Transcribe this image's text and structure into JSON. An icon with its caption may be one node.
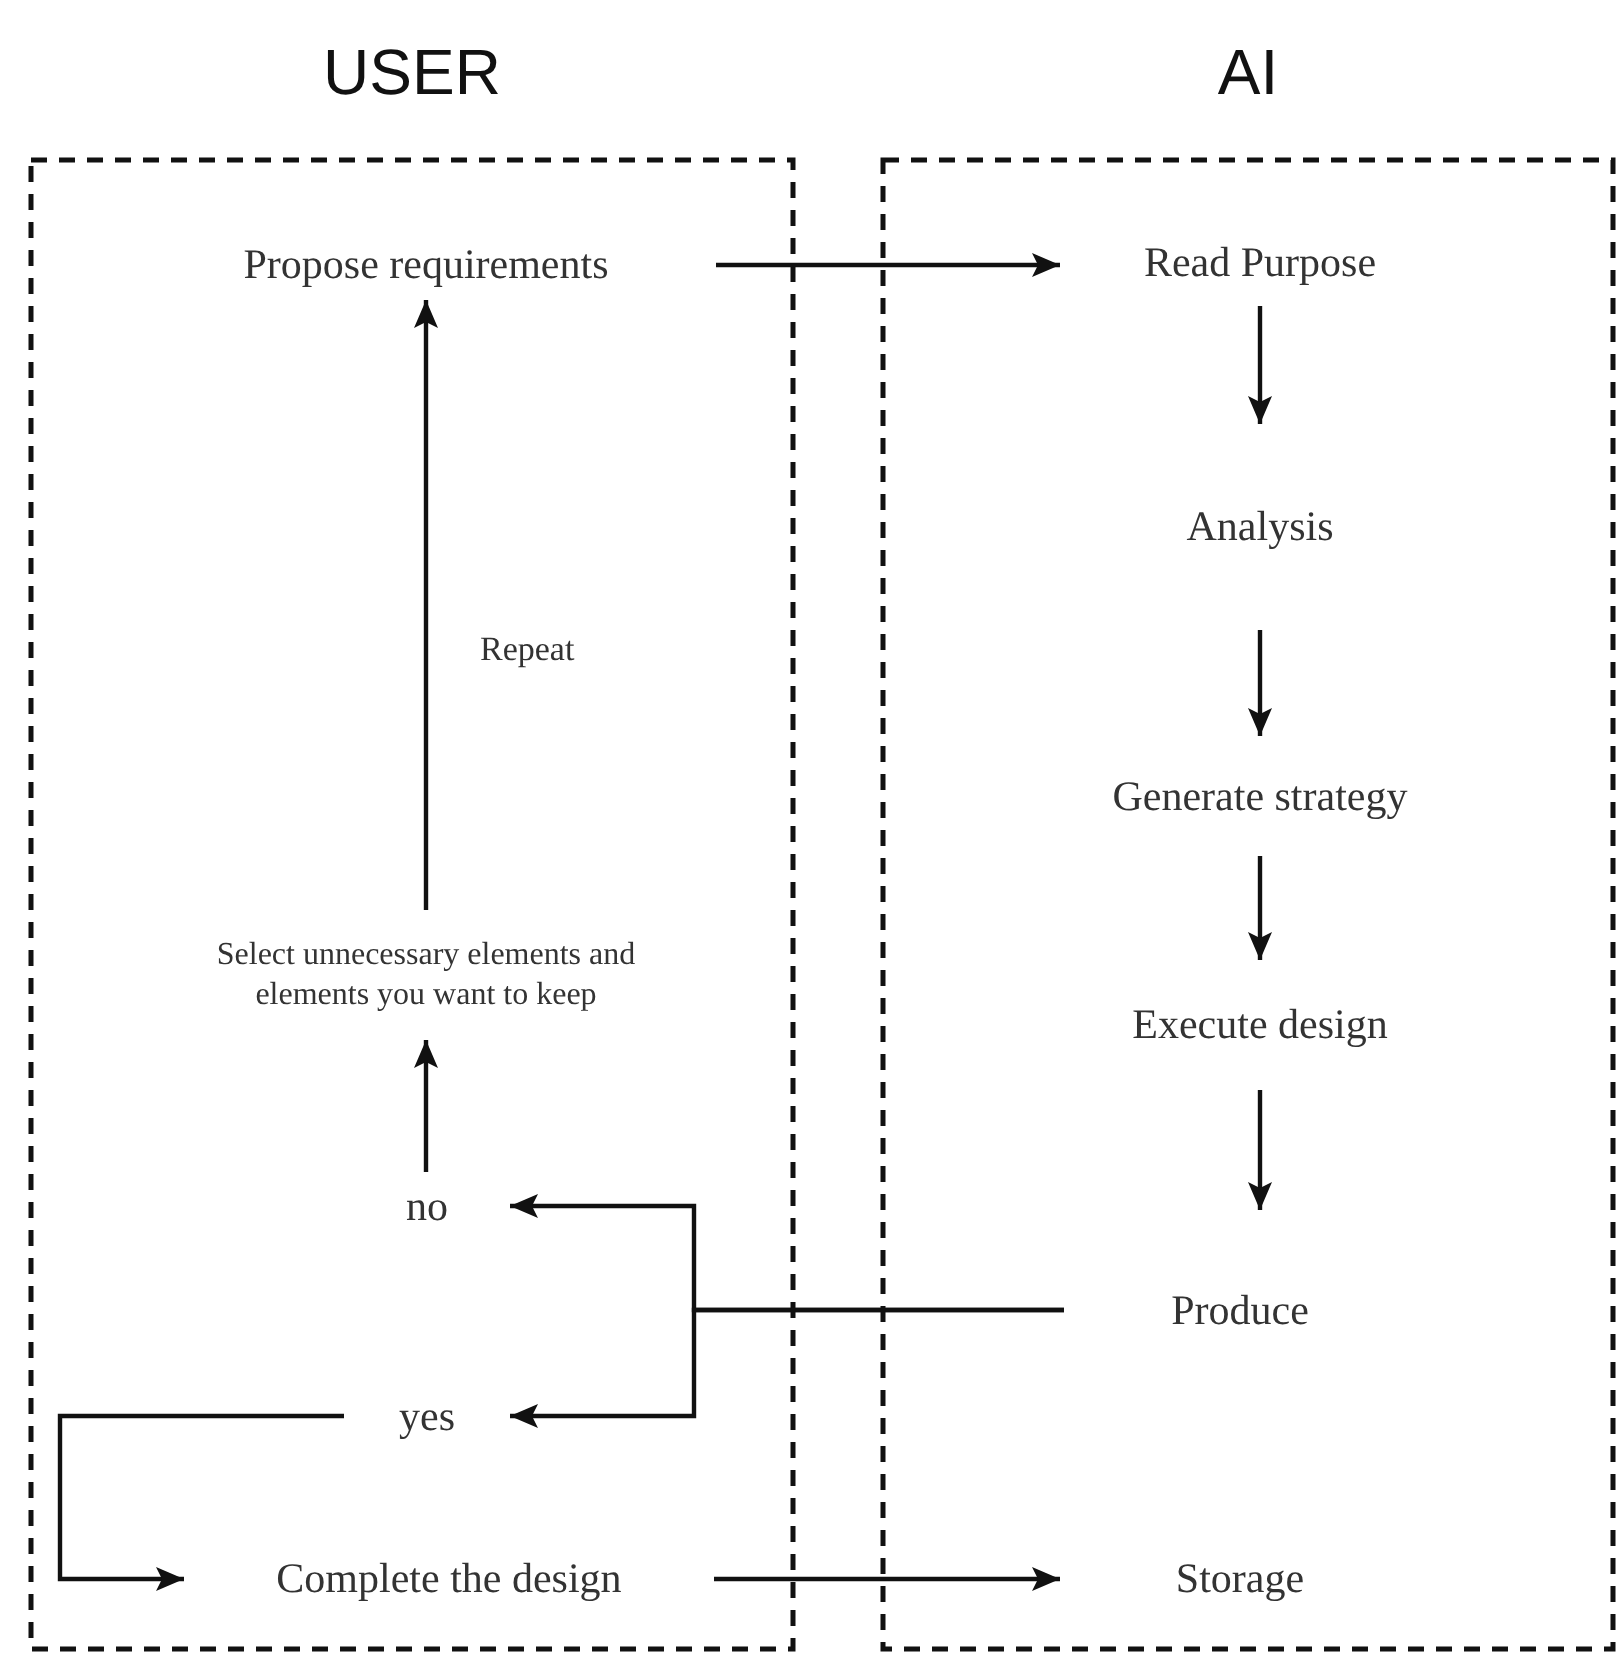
{
  "diagram": {
    "nodes": [
      {
        "text": [
          "USER"
        ]
      },
      {
        "text": [
          "AI"
        ]
      },
      {
        "text": [
          "Propose requirements"
        ],
        "in": 0
      },
      {
        "text": [
          "Select unnecessary elements and elements you want to keep"
        ],
        "in": 0
      },
      {
        "text": [
          "no"
        ],
        "in": 0
      },
      {
        "text": [
          "yes"
        ],
        "in": 0
      },
      {
        "text": [
          "Complete the design"
        ],
        "in": 0
      },
      {
        "text": [
          "Read Purpose"
        ],
        "in": 1
      },
      {
        "text": [
          "Analysis"
        ],
        "in": 1
      },
      {
        "text": [
          "Generate strategy"
        ],
        "in": 1
      },
      {
        "text": [
          "Execute design"
        ],
        "in": 1
      },
      {
        "text": [
          "Produce"
        ],
        "in": 1
      },
      {
        "text": [
          "Storage"
        ],
        "in": 1
      }
    ],
    "edges": [
      {
        "from": 2,
        "to": 7,
        "arrow": "to"
      },
      {
        "from": 7,
        "to": 8,
        "arrow": "to"
      },
      {
        "from": 8,
        "to": 9,
        "arrow": "to"
      },
      {
        "from": 9,
        "to": 10,
        "arrow": "to"
      },
      {
        "from": 10,
        "to": 11,
        "arrow": "to"
      },
      {
        "from": 4,
        "to": 3,
        "arrow": "to"
      },
      {
        "from": 3,
        "to": 2,
        "arrow": "to",
        "label": "Repeat"
      },
      {
        "from": 11,
        "to": 4,
        "arrow": "to"
      },
      {
        "from": 11,
        "to": 5,
        "arrow": "to"
      },
      {
        "from": 5,
        "to": 6,
        "arrow": "to"
      },
      {
        "from": 6,
        "to": 12,
        "arrow": "to"
      }
    ]
  }
}
